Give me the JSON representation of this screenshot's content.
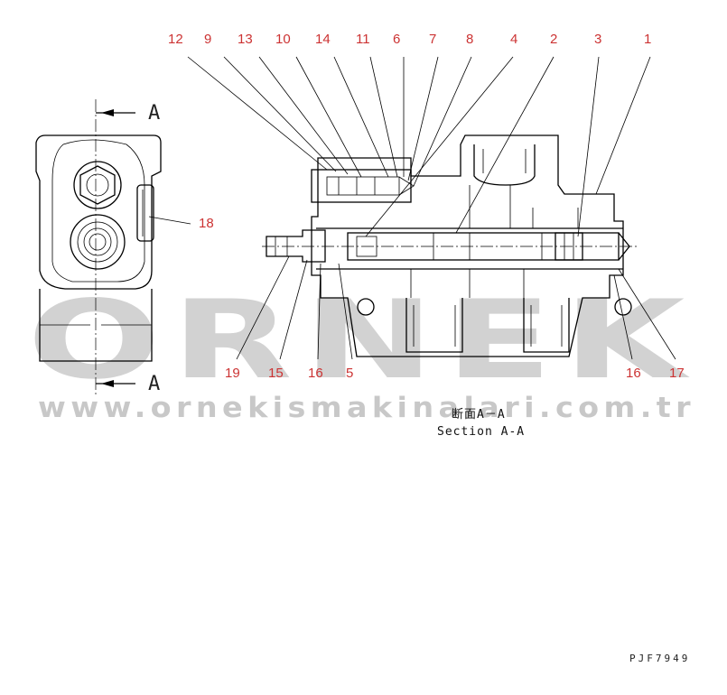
{
  "diagram": {
    "callouts": [
      "12",
      "9",
      "13",
      "10",
      "14",
      "11",
      "6",
      "7",
      "8",
      "4",
      "2",
      "3",
      "1",
      "18",
      "19",
      "15",
      "16",
      "5",
      "16",
      "17"
    ],
    "section_mark": "A",
    "caption_jp": "断面A－A",
    "caption_en": "Section A-A",
    "drawing_code": "PJF7949"
  },
  "watermark": {
    "brand": "ORNEK",
    "url": "www.ornekismakinalari.com.tr"
  },
  "colors": {
    "callout": "#cc3333",
    "line": "#000000",
    "watermark": "#d2d2d2"
  }
}
